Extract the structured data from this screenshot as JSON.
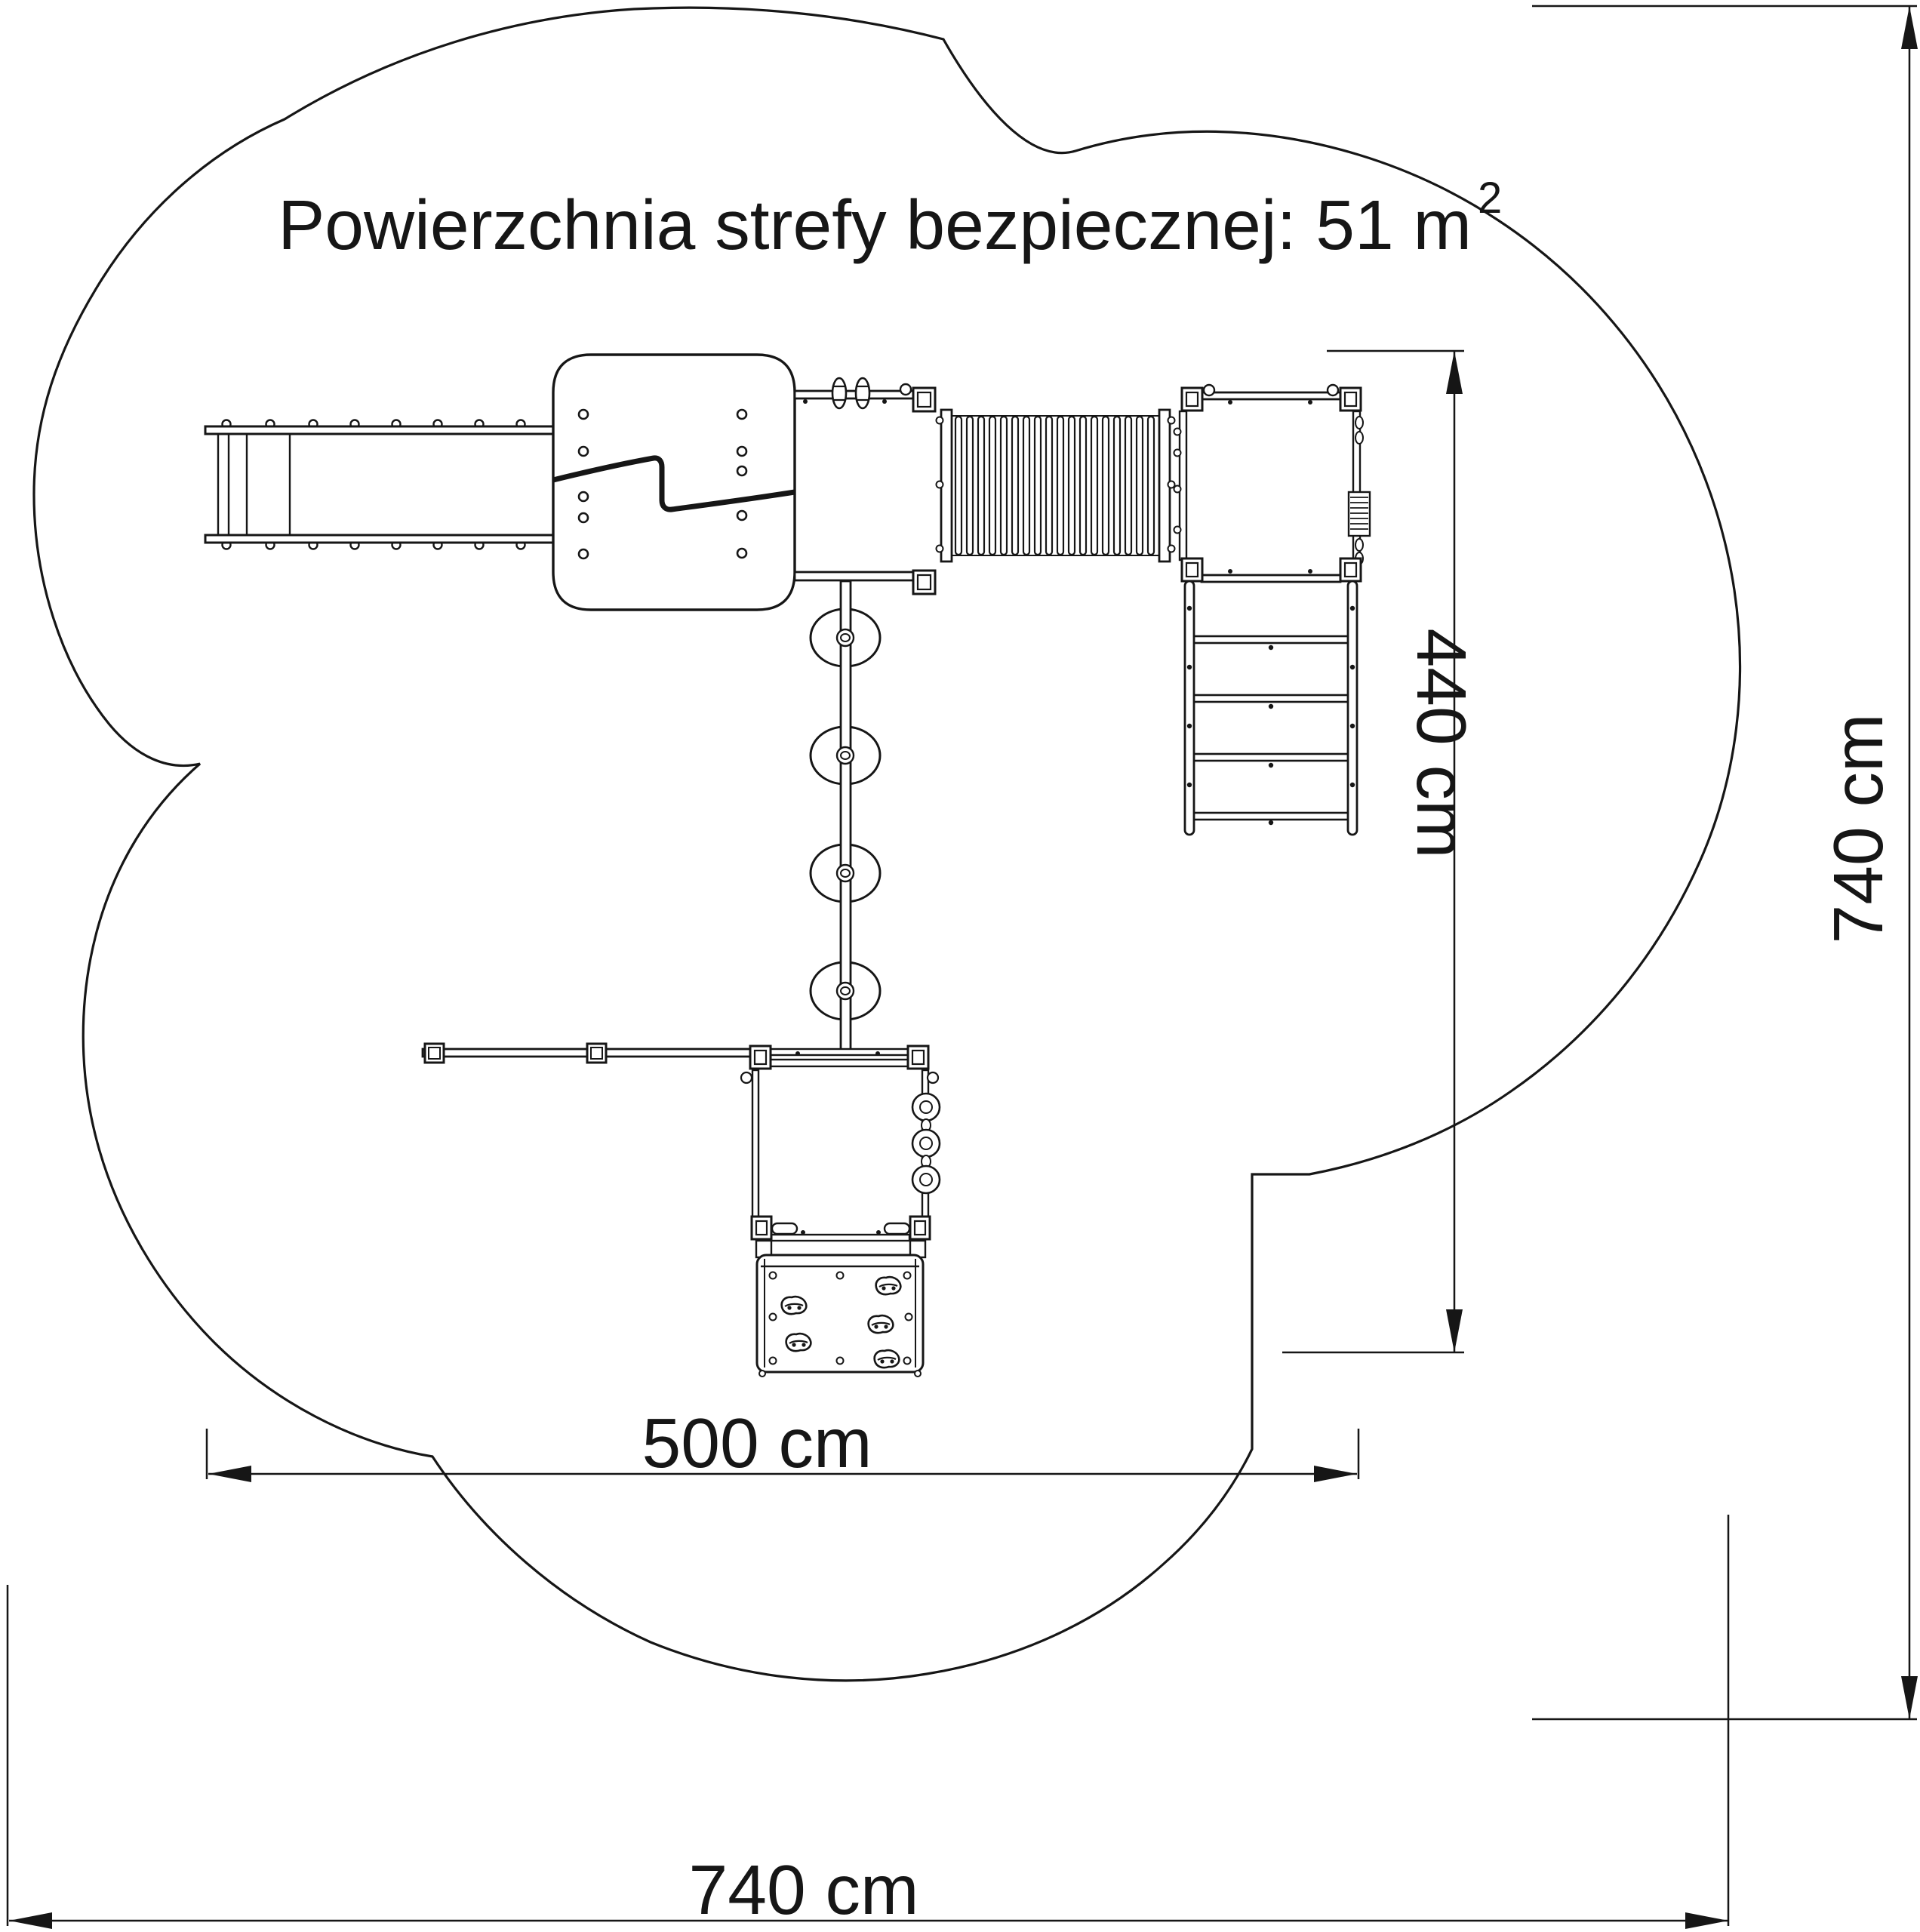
{
  "title": {
    "text": "Powierzchnia strefy bezpiecznej: 51 m",
    "superscript": "2"
  },
  "dimensions": {
    "structure_width_label": "500 cm",
    "structure_height_label": "440 cm",
    "zone_width_label": "740 cm",
    "zone_height_label": "740 cm"
  },
  "area": {
    "value": "51",
    "unit": "m2"
  },
  "colors": {
    "line": "#161616",
    "background": "#ffffff"
  },
  "components": {
    "safety_zone": "cloud-shaped safety zone outline",
    "slide": "slide with ladder rungs and bolts (top view)",
    "tower": "rounded tower with wavy roof split line",
    "platform_center": "central platform with grips",
    "tunnel": "corrugated crawl tunnel",
    "platform_right": "right platform with wall-bar grip block",
    "ladder_right": "access ladder with four rungs",
    "pod_chain": "four stepping pods on a beam",
    "balance_beam": "balance beam with two posts",
    "platform_low": "lower platform with hand grips and twist rings",
    "climbing_wall": "climbing wall with five holds"
  }
}
